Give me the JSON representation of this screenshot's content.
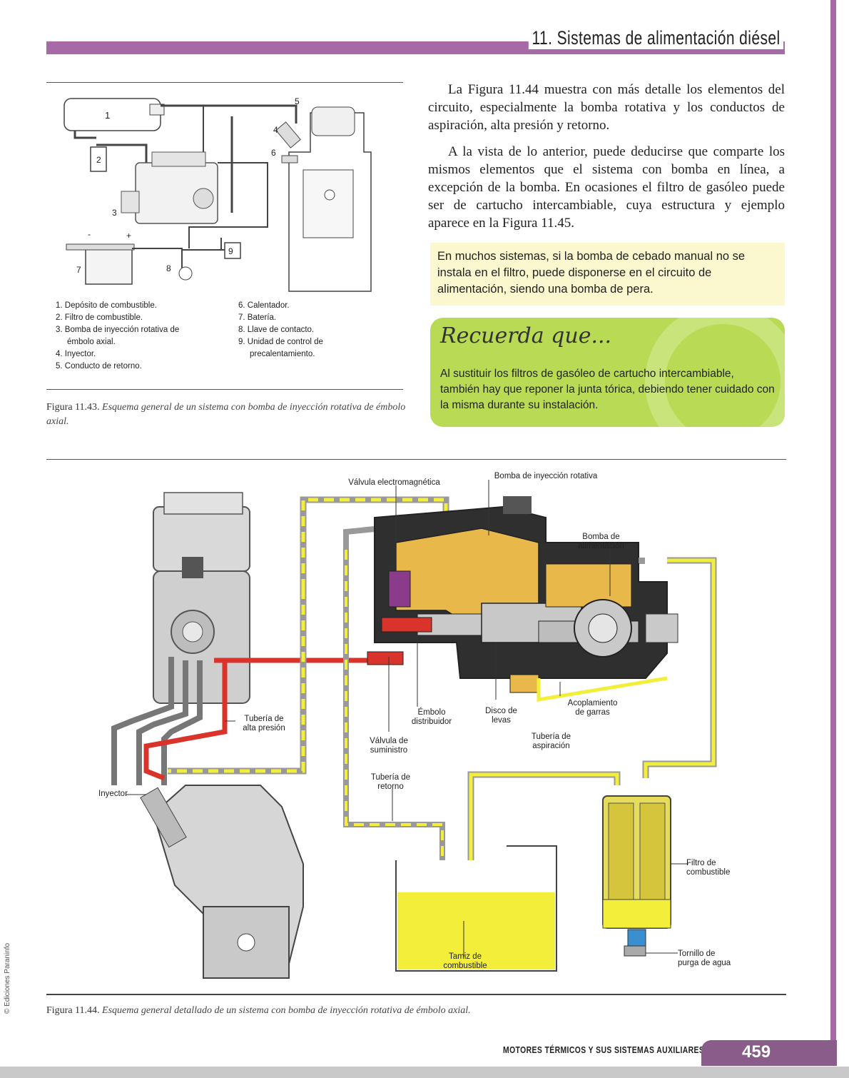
{
  "header": {
    "chapter_title": "11. Sistemas de alimentación diésel"
  },
  "body": {
    "paragraphs": [
      "La Figura 11.44 muestra con más detalle los elementos del circuito, especialmente la bomba rotativa y los conductos de aspiración, alta presión y retorno.",
      "A la vista de lo anterior, puede deducirse que comparte los mismos elementos que el sistema con bomba en línea, a excepción de la bomba. En ocasiones el filtro de gasóleo puede ser de cartucho intercambiable, cuya estructura y ejemplo aparece en la Figura 11.45."
    ]
  },
  "note": {
    "text": "En muchos sistemas, si la bomba de cebado manual no se instala en el filtro, puede disponerse en el circuito de alimentación, siendo una bomba de pera."
  },
  "recuerda": {
    "title": "Recuerda que...",
    "text": "Al sustituir los filtros de gasóleo de cartucho intercambiable, también hay que reponer la junta tórica, debiendo tener cuidado con la misma durante su instalación."
  },
  "figure_1143": {
    "labels": [
      "1",
      "2",
      "3",
      "4",
      "5",
      "6",
      "7",
      "8",
      "9",
      "-",
      "+"
    ],
    "legend_left": [
      "1. Depósito de combustible.",
      "2. Filtro de combustible.",
      "3. Bomba de inyección rotativa de",
      "émbolo axial.",
      "4. Inyector.",
      "5. Conducto de retorno."
    ],
    "legend_right": [
      "6. Calentador.",
      "7. Batería.",
      "8. Llave de contacto.",
      "9. Unidad de control de",
      "precalentamiento."
    ],
    "caption_number": "Figura 11.43.",
    "caption_text": "Esquema general de un sistema con bomba de inyección rotativa de émbolo axial."
  },
  "figure_1144": {
    "labels": {
      "valvula_electromagnetica": "Válvula electromagnética",
      "bomba_inyeccion_rotativa": "Bomba de inyección rotativa",
      "bomba_alimentacion_1": "Bomba de",
      "bomba_alimentacion_2": "alimentación",
      "tuberia_alta_1": "Tubería de",
      "tuberia_alta_2": "alta presión",
      "embolo_1": "Émbolo",
      "embolo_2": "distribuidor",
      "disco_1": "Disco de",
      "disco_2": "levas",
      "acoplamiento_1": "Acoplamiento",
      "acoplamiento_2": "de garras",
      "valvula_suministro_1": "Válvula de",
      "valvula_suministro_2": "suministro",
      "tuberia_aspiracion_1": "Tubería de",
      "tuberia_aspiracion_2": "aspiración",
      "inyector": "Inyector",
      "tuberia_retorno_1": "Tubería de",
      "tuberia_retorno_2": "retorno",
      "filtro_1": "Filtro de",
      "filtro_2": "combustible",
      "tamiz_1": "Tamiz de",
      "tamiz_2": "combustible",
      "tornillo_1": "Tornillo de",
      "tornillo_2": "purga de agua"
    },
    "caption_number": "Figura 11.44.",
    "caption_text": "Esquema general detallado de un sistema con bomba de inyección rotativa de émbolo axial."
  },
  "footer": {
    "book_title": "MOTORES TÉRMICOS Y SUS SISTEMAS AUXILIARES",
    "page_number": "459",
    "copyright": "© Ediciones Paraninfo"
  },
  "colors": {
    "accent_purple": "#a86aa6",
    "recuerda_green": "#b9da54",
    "note_yellow": "#fbf7cf",
    "fuel_yellow": "#f2ee3a",
    "high_pressure_red": "#d9342b"
  }
}
